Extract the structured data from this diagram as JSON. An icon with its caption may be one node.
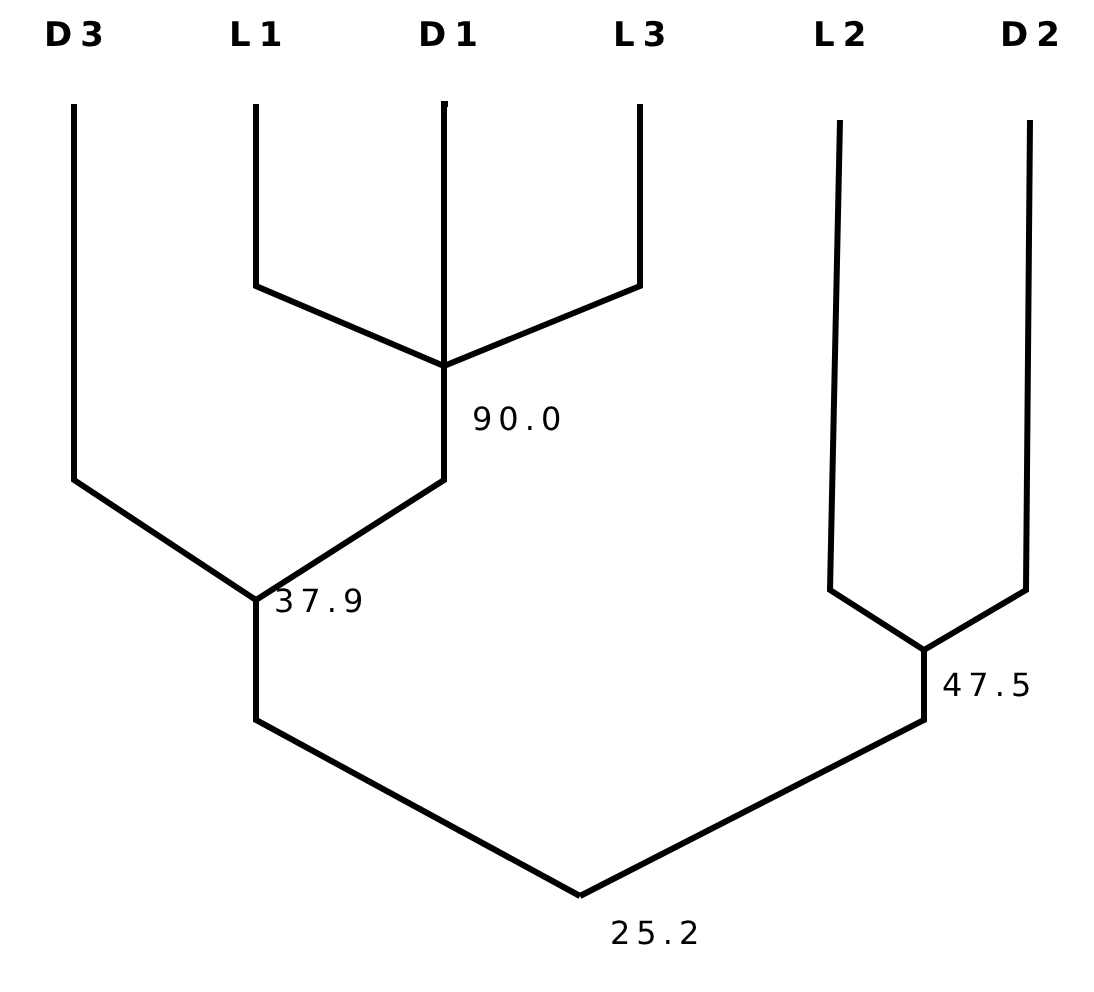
{
  "diagram": {
    "nodes": [
      {
        "text": [
          "D3"
        ]
      },
      {
        "text": [
          "L1"
        ]
      },
      {
        "text": [
          "D1"
        ]
      },
      {
        "text": [
          "L3"
        ]
      },
      {
        "text": [
          "L2"
        ]
      },
      {
        "text": [
          "D2"
        ]
      },
      {
        "text": [
          "90.0"
        ]
      },
      {
        "text": [
          "37.9"
        ]
      },
      {
        "text": [
          "47.5"
        ]
      },
      {
        "text": [
          "25.2"
        ]
      }
    ],
    "edges": [
      {
        "from": 1,
        "to": 6,
        "arrow": "none"
      },
      {
        "from": 2,
        "to": 6,
        "arrow": "none"
      },
      {
        "from": 3,
        "to": 6,
        "arrow": "none"
      },
      {
        "from": 0,
        "to": 7,
        "arrow": "none"
      },
      {
        "from": 6,
        "to": 7,
        "arrow": "none"
      },
      {
        "from": 4,
        "to": 8,
        "arrow": "none"
      },
      {
        "from": 5,
        "to": 8,
        "arrow": "none"
      },
      {
        "from": 7,
        "to": 9,
        "arrow": "none"
      },
      {
        "from": 8,
        "to": 9,
        "arrow": "none"
      }
    ]
  }
}
